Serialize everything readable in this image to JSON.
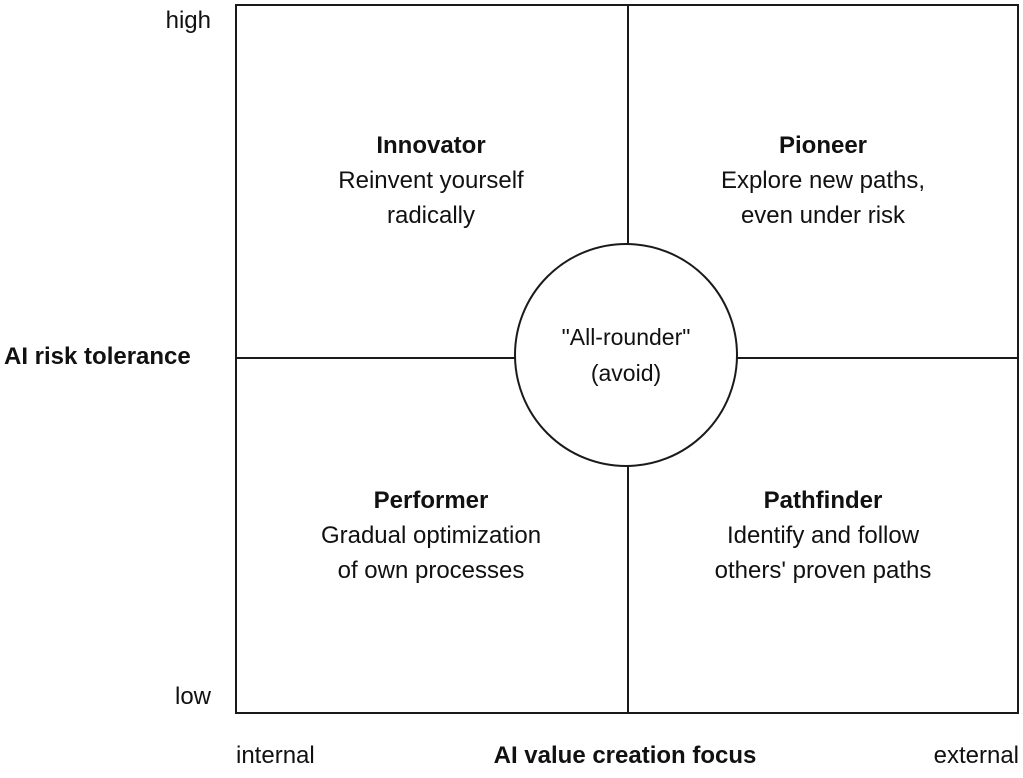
{
  "axes": {
    "y_title": "AI risk tolerance",
    "y_high": "high",
    "y_low": "low",
    "x_title": "AI value creation focus",
    "x_internal": "internal",
    "x_external": "external"
  },
  "quadrants": {
    "top_left": {
      "title": "Innovator",
      "lines": [
        "Reinvent yourself",
        "radically"
      ]
    },
    "top_right": {
      "title": "Pioneer",
      "lines": [
        "Explore new paths,",
        "even under risk"
      ]
    },
    "bottom_left": {
      "title": "Performer",
      "lines": [
        "Gradual optimization",
        "of own processes"
      ]
    },
    "bottom_right": {
      "title": "Pathfinder",
      "lines": [
        "Identify and follow",
        "others' proven paths"
      ]
    }
  },
  "center": {
    "lines": [
      "\"All-rounder\"",
      "(avoid)"
    ]
  }
}
